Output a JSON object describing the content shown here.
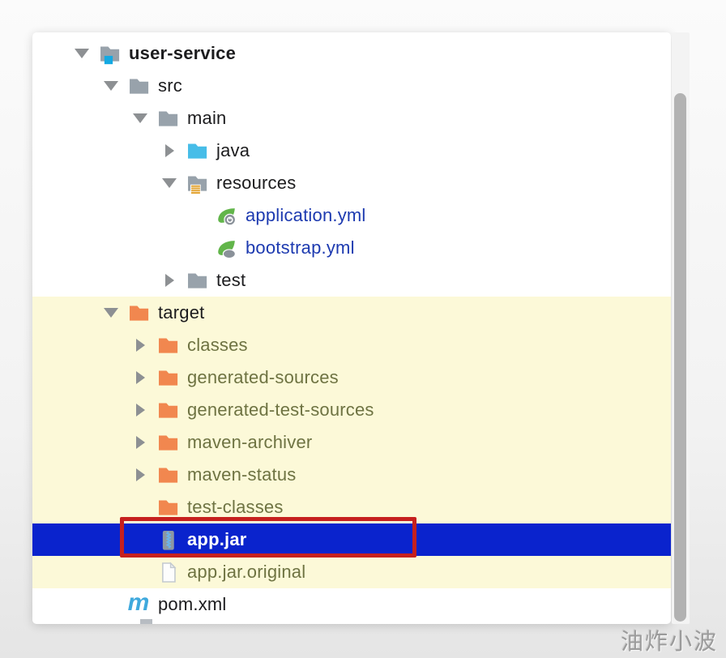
{
  "watermark": "油炸小波",
  "colors": {
    "selection_blue": "#0a23cd",
    "excluded_row_bg": "#fcf9d8",
    "annotation_red": "#c6201e",
    "folder_gray": "#98a2ab",
    "folder_orange": "#f1874f",
    "folder_blue": "#47bde8",
    "project_badge_cyan": "#14a9e2",
    "resources_badge_gold": "#e3a536",
    "spring_green": "#62b54a",
    "spring_badge_gray": "#8a9199",
    "jar_body_gray": "#8c97a3",
    "jar_zipper_blue": "#6cb4ea",
    "maven_blue": "#3fa9dd",
    "text_default": "#1c1c1e",
    "text_excluded_olive": "#6e7342",
    "text_config_blue": "#1d3ab0",
    "arrow_gray": "#8d9093",
    "scrollbar_thumb": "#b2b2b2"
  },
  "tree": {
    "items": [
      {
        "label": "user-service",
        "level": 0,
        "arrow": "expanded",
        "icon": "project-folder",
        "bold": true,
        "text": "default",
        "excluded": false,
        "selected": false
      },
      {
        "label": "src",
        "level": 1,
        "arrow": "expanded",
        "icon": "folder",
        "bold": false,
        "text": "default",
        "excluded": false,
        "selected": false
      },
      {
        "label": "main",
        "level": 2,
        "arrow": "expanded",
        "icon": "folder",
        "bold": false,
        "text": "default",
        "excluded": false,
        "selected": false
      },
      {
        "label": "java",
        "level": 3,
        "arrow": "collapsed",
        "icon": "sources-folder",
        "bold": false,
        "text": "default",
        "excluded": false,
        "selected": false
      },
      {
        "label": "resources",
        "level": 3,
        "arrow": "expanded",
        "icon": "resources-folder",
        "bold": false,
        "text": "default",
        "excluded": false,
        "selected": false
      },
      {
        "label": "application.yml",
        "level": 4,
        "arrow": "none",
        "icon": "spring-config-file",
        "bold": false,
        "text": "blue",
        "excluded": false,
        "selected": false
      },
      {
        "label": "bootstrap.yml",
        "level": 4,
        "arrow": "none",
        "icon": "spring-boot-file",
        "bold": false,
        "text": "blue",
        "excluded": false,
        "selected": false
      },
      {
        "label": "test",
        "level": 3,
        "arrow": "collapsed",
        "icon": "folder",
        "bold": false,
        "text": "default",
        "excluded": false,
        "selected": false
      },
      {
        "label": "target",
        "level": 1,
        "arrow": "expanded",
        "icon": "excluded-folder",
        "bold": false,
        "text": "default",
        "excluded": true,
        "selected": false
      },
      {
        "label": "classes",
        "level": 2,
        "arrow": "collapsed",
        "icon": "excluded-folder",
        "bold": false,
        "text": "olive",
        "excluded": true,
        "selected": false
      },
      {
        "label": "generated-sources",
        "level": 2,
        "arrow": "collapsed",
        "icon": "excluded-folder",
        "bold": false,
        "text": "olive",
        "excluded": true,
        "selected": false
      },
      {
        "label": "generated-test-sources",
        "level": 2,
        "arrow": "collapsed",
        "icon": "excluded-folder",
        "bold": false,
        "text": "olive",
        "excluded": true,
        "selected": false
      },
      {
        "label": "maven-archiver",
        "level": 2,
        "arrow": "collapsed",
        "icon": "excluded-folder",
        "bold": false,
        "text": "olive",
        "excluded": true,
        "selected": false
      },
      {
        "label": "maven-status",
        "level": 2,
        "arrow": "collapsed",
        "icon": "excluded-folder",
        "bold": false,
        "text": "olive",
        "excluded": true,
        "selected": false
      },
      {
        "label": "test-classes",
        "level": 2,
        "arrow": "none",
        "icon": "excluded-folder",
        "bold": false,
        "text": "olive",
        "excluded": true,
        "selected": false
      },
      {
        "label": "app.jar",
        "level": 2,
        "arrow": "none",
        "icon": "jar-archive",
        "bold": true,
        "text": "white",
        "excluded": false,
        "selected": true
      },
      {
        "label": "app.jar.original",
        "level": 2,
        "arrow": "none",
        "icon": "plain-file",
        "bold": false,
        "text": "olive",
        "excluded": true,
        "selected": false
      },
      {
        "label": "pom.xml",
        "level": 1,
        "arrow": "none",
        "icon": "maven-file",
        "bold": false,
        "text": "default",
        "excluded": false,
        "selected": false
      }
    ]
  },
  "scrollbar": {
    "visible": true
  }
}
